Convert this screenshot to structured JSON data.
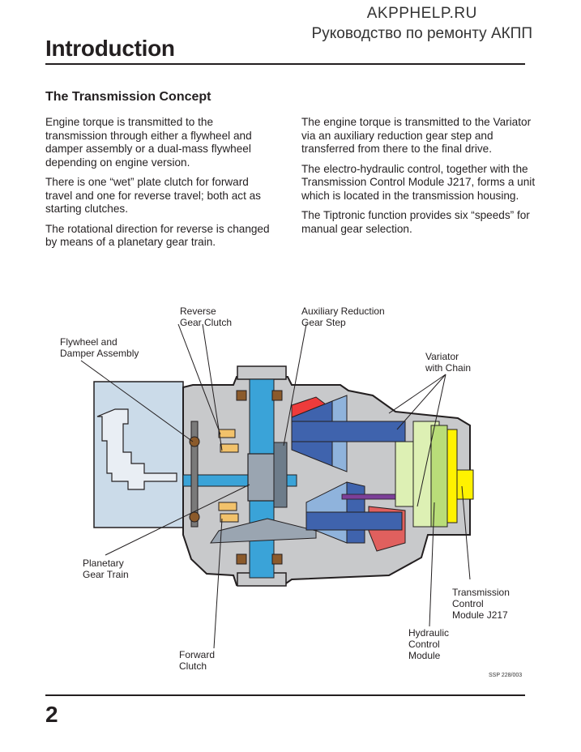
{
  "watermark": {
    "line1": "AKPPHELP.RU",
    "line2": "Руководство по ремонту АКПП"
  },
  "header": {
    "title": "Introduction"
  },
  "section": {
    "heading": "The Transmission Concept",
    "left_paragraphs": [
      "Engine torque is transmitted to the transmission through either a flywheel and damper assembly or a dual-mass flywheel depending on engine version.",
      "There is one “wet” plate clutch for forward travel and one for reverse travel; both act as starting clutches.",
      "The rotational direction for reverse is changed by means of a planetary gear train."
    ],
    "right_paragraphs": [
      "The engine torque is transmitted to the Variator via an auxiliary reduction gear step and transferred from there to the final drive.",
      "The electro-hydraulic control, together with the Transmission Control Module J217, forms a unit which is located in the transmission housing.",
      "The Tiptronic function provides six “speeds” for manual gear selection."
    ]
  },
  "diagram": {
    "labels": {
      "reverse_clutch": "Reverse\nGear Clutch",
      "aux_reduction": "Auxiliary Reduction\nGear Step",
      "flywheel": "Flywheel and\nDamper Assembly",
      "variator": "Variator\nwith Chain",
      "planetary": "Planetary\nGear Train",
      "tcm": "Transmission\nControl\nModule J217",
      "hydraulic": "Hydraulic\nControl\nModule",
      "forward_clutch": "Forward\nClutch"
    },
    "ssp_code": "SSP 228/003",
    "colors": {
      "housing": "#c8c9cb",
      "engine": "#cbdbe9",
      "shaft_blue": "#3aa3d8",
      "pulley_blue": "#3f63ad",
      "pulley_light": "#8fb3dc",
      "oil_red": "#ee3b3b",
      "pressure_red": "#e0605e",
      "green_light": "#ddf0b4",
      "green_mid": "#b9dd79",
      "yellow": "#fff200",
      "purple": "#7c3f98",
      "brown": "#8b5a2b"
    }
  },
  "footer": {
    "page_number": "2"
  }
}
